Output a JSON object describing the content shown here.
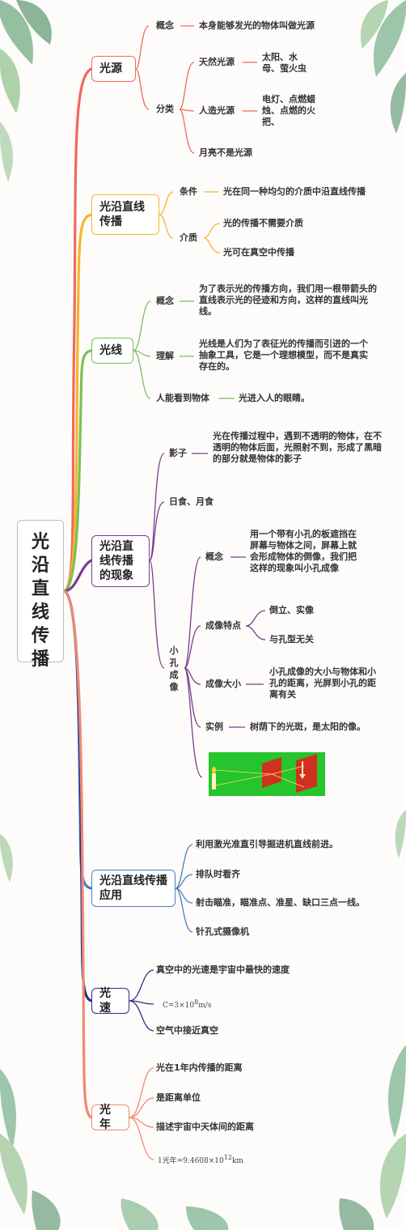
{
  "root": [
    "光",
    "沿",
    "直",
    "线",
    "传",
    "播"
  ],
  "colors": {
    "red": "#ef6a5c",
    "orange": "#f7b52c",
    "green": "#79c05a",
    "purple": "#7b3c8f",
    "blue": "#4d7cc3",
    "navy": "#2d2f86",
    "salmon": "#f08a72",
    "picture_green": "#26c42d",
    "picture_red": "#d0311e"
  },
  "guangyuan": {
    "title": "光源",
    "concept_label": "概念",
    "concept_text": "本身能够发光的物体叫做光源",
    "class_label": "分类",
    "natural_label": "天然光源",
    "natural_text": "太阳、水母、萤火虫",
    "artificial_label": "人造光源",
    "artificial_text": "电灯、点燃蜡烛、点燃的火把、",
    "moon_text": "月亮不是光源"
  },
  "zhixian": {
    "title": "光沿直线传播",
    "cond_label": "条件",
    "cond_text": "光在同一种均匀的介质中沿直线传播",
    "medium_label": "介质",
    "medium_1": "光的传播不需要介质",
    "medium_2": "光可在真空中传播"
  },
  "guangxian": {
    "title": "光线",
    "concept_label": "概念",
    "concept_text": "为了表示光的传播方向，我们用一根带箭头的直线表示光的径迹和方向，这样的直线叫光线。",
    "understand_label": "理解",
    "understand_text": "光线是人们为了表征光的传播而引进的一个抽象工具，它是一个理想模型，而不是真实存在的。",
    "see_label": "人能看到物体",
    "see_text": "光进入人的眼睛。"
  },
  "xianxiang": {
    "title": "光沿直线传播的现象",
    "shadow_label": "影子",
    "shadow_text": "光在传播过程中，遇到不透明的物体，在不透明的物体后面，光照射不到，形成了黑暗的部分就是物体的影子",
    "eclipse": "日食、月食",
    "pinhole_label": [
      "小",
      "孔",
      "成",
      "像"
    ],
    "p_concept_label": "概念",
    "p_concept_text": "用一个带有小孔的板遮挡在屏幕与物体之间，屏幕上就会形成物体的倒像，我们把这样的现象叫小孔成像",
    "p_feature_label": "成像特点",
    "p_feature_1": "倒立、实像",
    "p_feature_2": "与孔型无关",
    "p_size_label": "成像大小",
    "p_size_text": "小孔成像的大小与物体和小孔的距离，光屏到小孔的距离有关",
    "p_example_label": "实例",
    "p_example_text": "树荫下的光斑，是太阳的像。"
  },
  "yingyong": {
    "title": "光沿直线传播应用",
    "items": [
      "利用激光准直引导掘进机直线前进。",
      "排队时看齐",
      "射击瞄准，瞄准点、准星、缺口三点一线。",
      "针孔式摄像机"
    ]
  },
  "guangsu": {
    "title": "光速",
    "item_1": "真空中的光速是宇宙中最快的速度",
    "formula_base": "C=3×10",
    "formula_exp": "8",
    "formula_unit": "m/s",
    "item_3": "空气中接近真空"
  },
  "guangnian": {
    "title": "光年",
    "item_1": "光在1年内传播的距离",
    "item_2": "是距离单位",
    "item_3": "描述宇宙中天体间的距离",
    "formula_base": "1光年=9.4608×10",
    "formula_exp": "12",
    "formula_unit": "km"
  }
}
